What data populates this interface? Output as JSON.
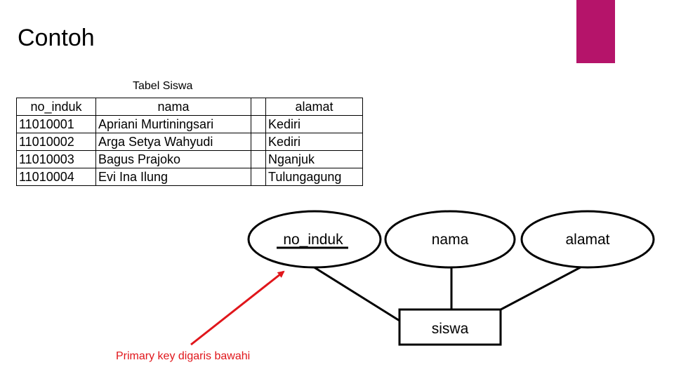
{
  "slide": {
    "title": "Contoh",
    "accent_color": "#b5146a"
  },
  "table": {
    "caption": "Tabel Siswa",
    "headers": [
      "no_induk",
      "nama",
      "",
      "alamat"
    ],
    "rows": [
      [
        "11010001",
        "Apriani Murtiningsari",
        "",
        "Kediri"
      ],
      [
        "11010002",
        "Arga Setya Wahyudi",
        "",
        "Kediri"
      ],
      [
        "11010003",
        "Bagus Prajoko",
        "",
        "Nganjuk"
      ],
      [
        "11010004",
        "Evi Ina Ilung",
        "",
        "Tulungagung"
      ]
    ]
  },
  "diagram": {
    "entity": "siswa",
    "attributes": [
      "no_induk",
      "nama",
      "alamat"
    ],
    "primary_key": "no_induk",
    "annotation": "Primary key digaris bawahi",
    "annotation_color": "#e0161b"
  }
}
